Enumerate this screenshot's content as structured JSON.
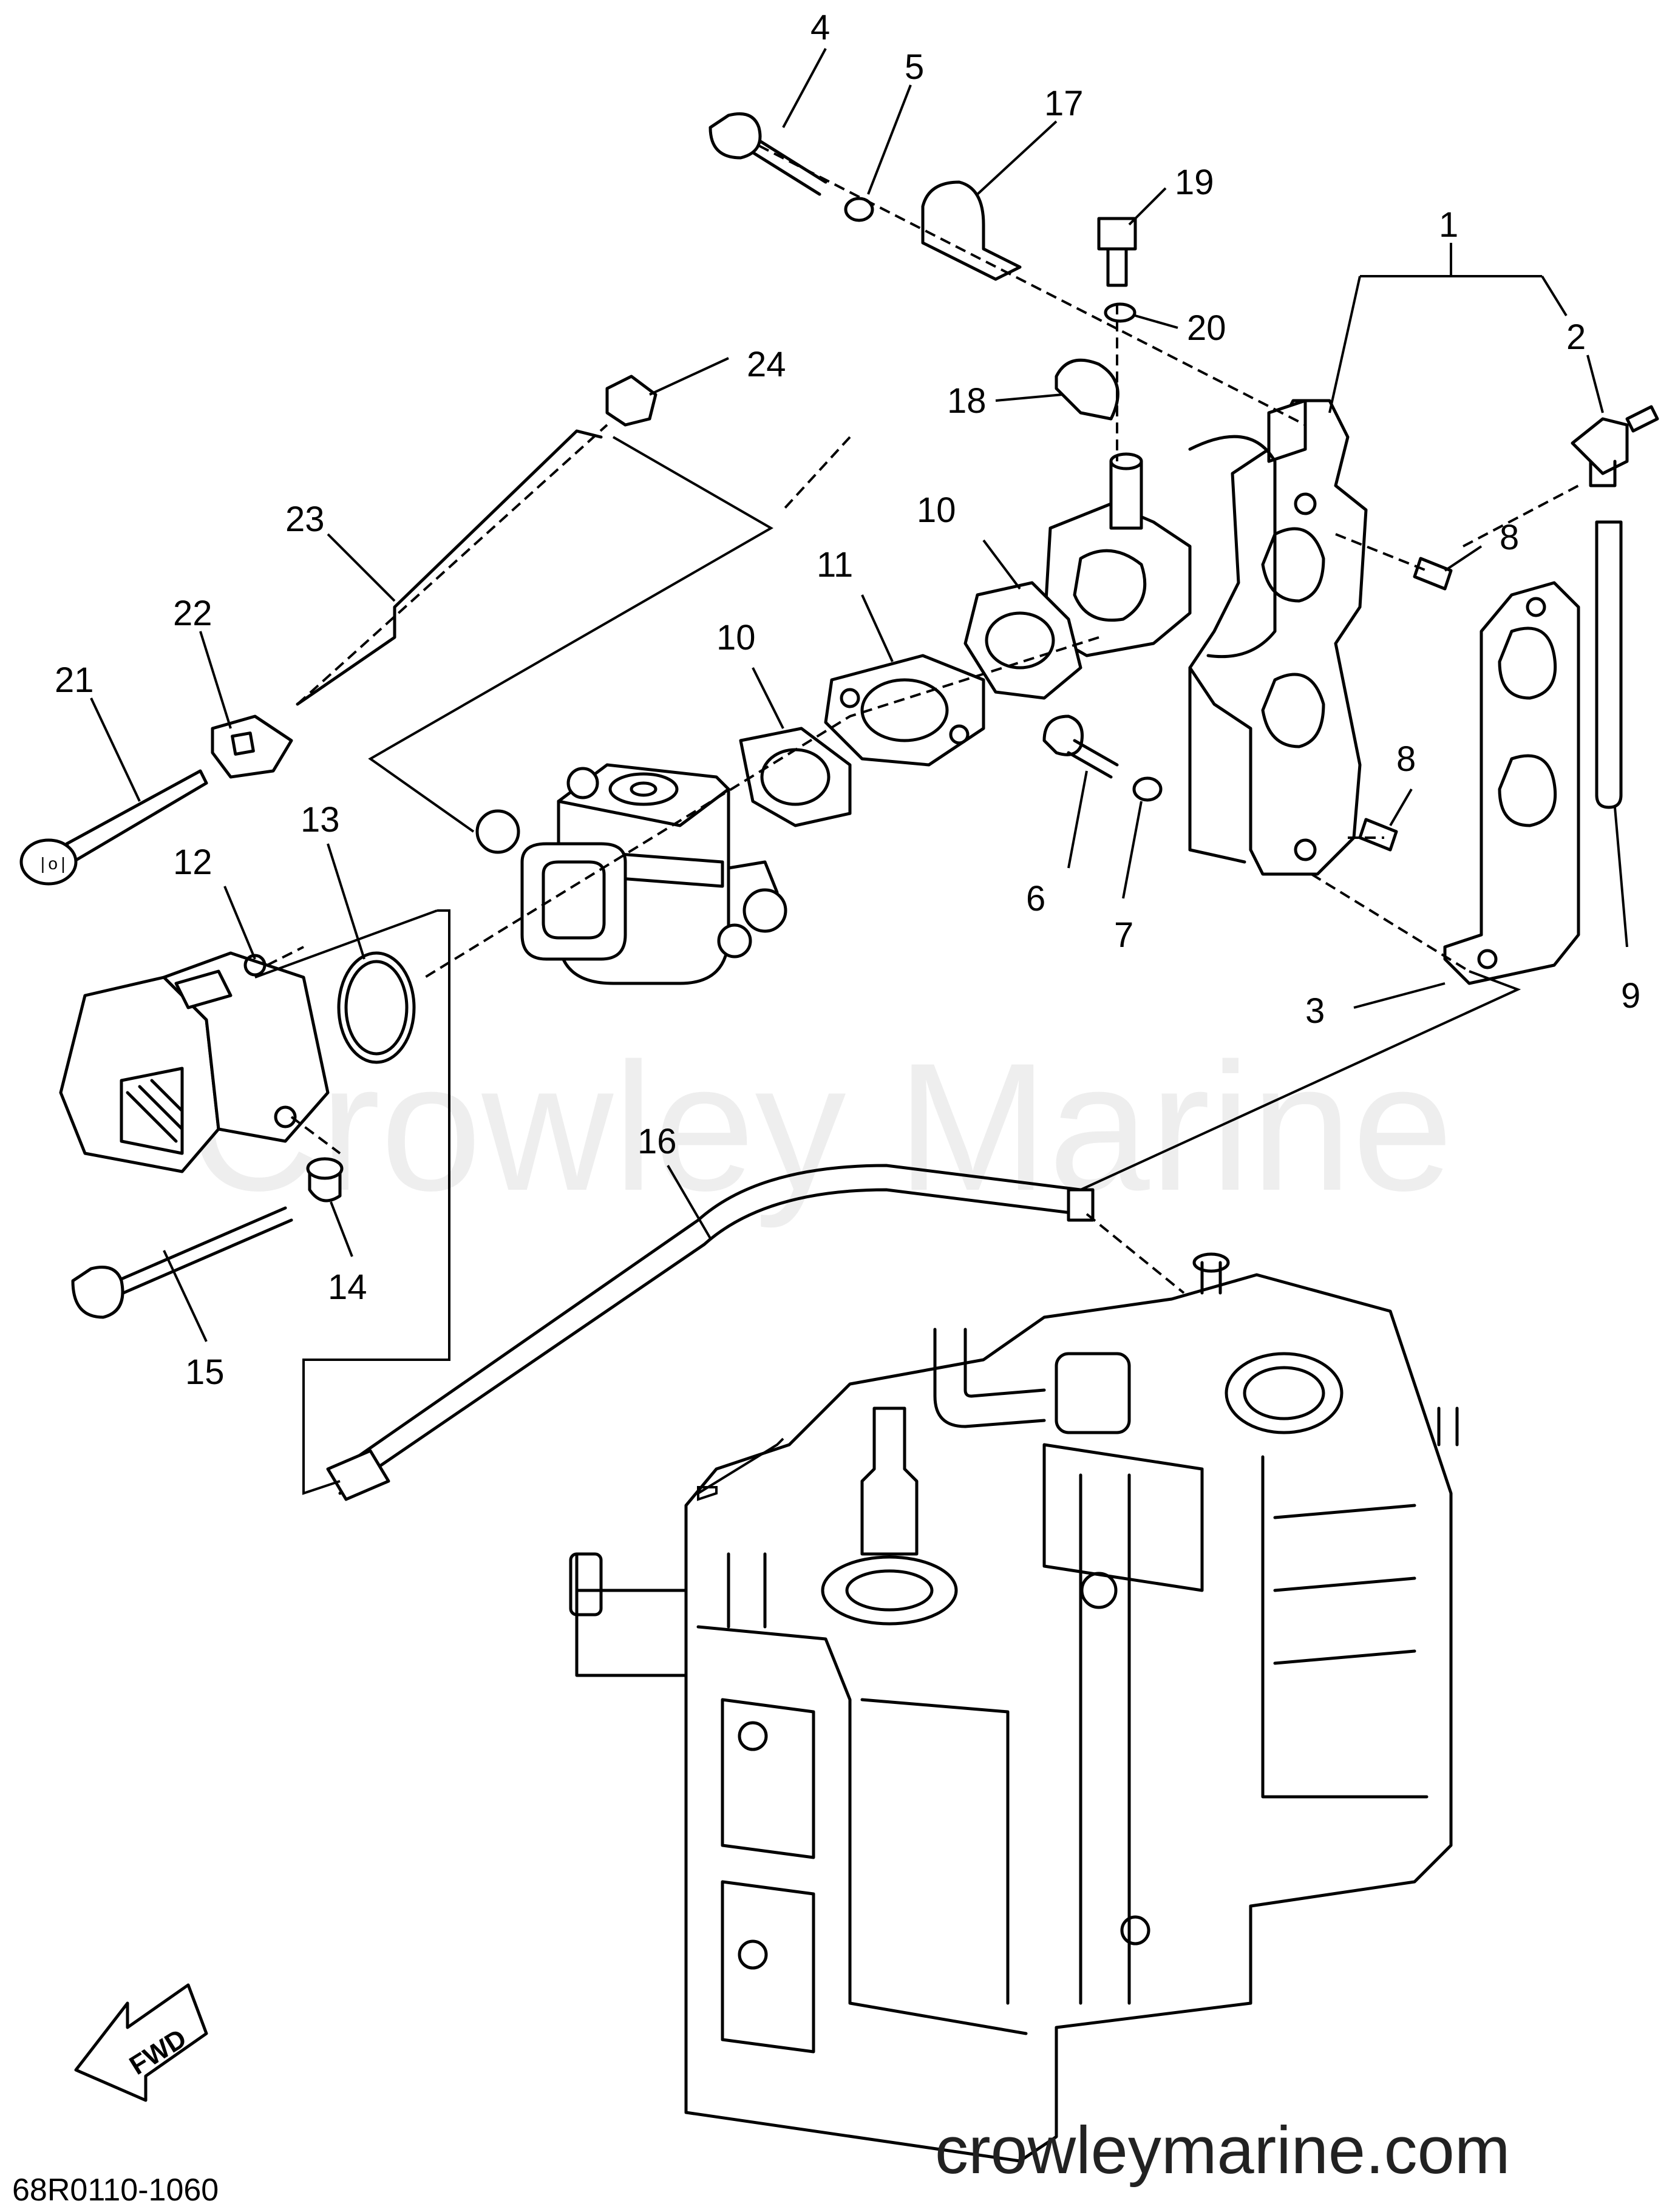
{
  "callouts": [
    {
      "label": "1"
    },
    {
      "label": "2"
    },
    {
      "label": "3"
    },
    {
      "label": "4"
    },
    {
      "label": "5"
    },
    {
      "label": "6"
    },
    {
      "label": "7"
    },
    {
      "label": "8"
    },
    {
      "label": "8"
    },
    {
      "label": "9"
    },
    {
      "label": "10"
    },
    {
      "label": "10"
    },
    {
      "label": "11"
    },
    {
      "label": "12"
    },
    {
      "label": "13"
    },
    {
      "label": "14"
    },
    {
      "label": "15"
    },
    {
      "label": "16"
    },
    {
      "label": "17"
    },
    {
      "label": "18"
    },
    {
      "label": "19"
    },
    {
      "label": "20"
    },
    {
      "label": "21"
    },
    {
      "label": "22"
    },
    {
      "label": "23"
    },
    {
      "label": "24"
    }
  ],
  "watermark": "Crowley Marine",
  "website": "crowleymarine.com",
  "diagram_code": "68R0110-1060",
  "fwd_label": "FWD"
}
